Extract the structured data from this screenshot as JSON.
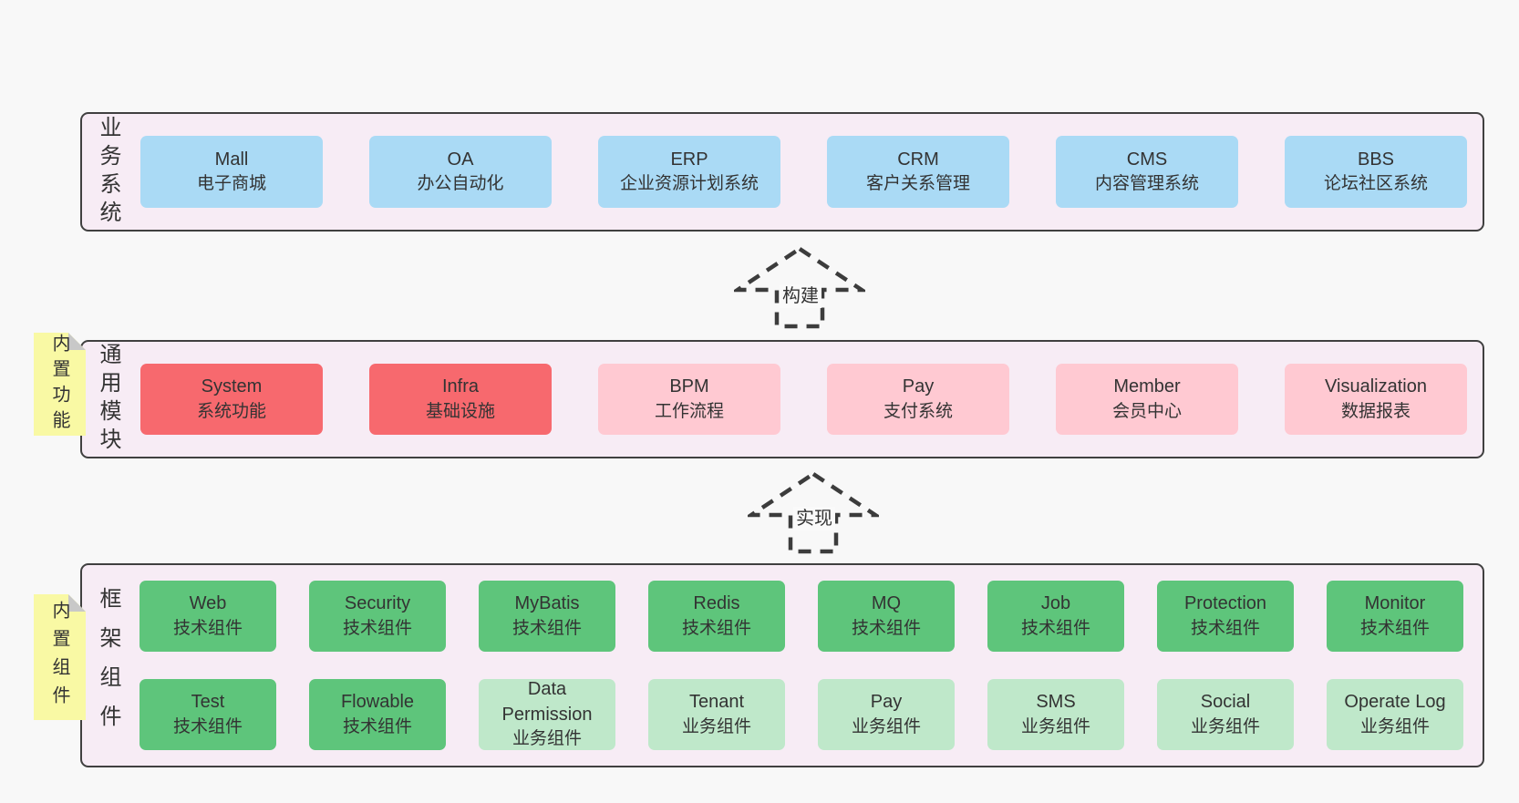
{
  "colors": {
    "page_bg": "#f8f8f8",
    "container_bg": "#f7ecf5",
    "container_border": "#404040",
    "blue": "#aadaf5",
    "red": "#f7696e",
    "pink": "#ffc9d2",
    "green_dark": "#5ec57b",
    "green_light": "#bfe8ca",
    "note_bg": "#f9f9a4",
    "note_fold": "#c8c8c8",
    "text": "#333333",
    "arrow": "#3c3c3c"
  },
  "arrows": [
    {
      "label": "构建"
    },
    {
      "label": "实现"
    }
  ],
  "sections": [
    {
      "label": "业务系统",
      "rows": [
        [
          {
            "title": "Mall",
            "subtitle": "电子商城",
            "variant": "blue"
          },
          {
            "title": "OA",
            "subtitle": "办公自动化",
            "variant": "blue"
          },
          {
            "title": "ERP",
            "subtitle": "企业资源计划系统",
            "variant": "blue"
          },
          {
            "title": "CRM",
            "subtitle": "客户关系管理",
            "variant": "blue"
          },
          {
            "title": "CMS",
            "subtitle": "内容管理系统",
            "variant": "blue"
          },
          {
            "title": "BBS",
            "subtitle": "论坛社区系统",
            "variant": "blue"
          }
        ]
      ]
    },
    {
      "label": "通用模块",
      "note": "内置功能",
      "rows": [
        [
          {
            "title": "System",
            "subtitle": "系统功能",
            "variant": "red"
          },
          {
            "title": "Infra",
            "subtitle": "基础设施",
            "variant": "red"
          },
          {
            "title": "BPM",
            "subtitle": "工作流程",
            "variant": "pink"
          },
          {
            "title": "Pay",
            "subtitle": "支付系统",
            "variant": "pink"
          },
          {
            "title": "Member",
            "subtitle": "会员中心",
            "variant": "pink"
          },
          {
            "title": "Visualization",
            "subtitle": "数据报表",
            "variant": "pink"
          }
        ]
      ]
    },
    {
      "label": "框架组件",
      "note": "内置组件",
      "rows": [
        [
          {
            "title": "Web",
            "subtitle": "技术组件",
            "variant": "green_dark"
          },
          {
            "title": "Security",
            "subtitle": "技术组件",
            "variant": "green_dark"
          },
          {
            "title": "MyBatis",
            "subtitle": "技术组件",
            "variant": "green_dark"
          },
          {
            "title": "Redis",
            "subtitle": "技术组件",
            "variant": "green_dark"
          },
          {
            "title": "MQ",
            "subtitle": "技术组件",
            "variant": "green_dark"
          },
          {
            "title": "Job",
            "subtitle": "技术组件",
            "variant": "green_dark"
          },
          {
            "title": "Protection",
            "subtitle": "技术组件",
            "variant": "green_dark"
          },
          {
            "title": "Monitor",
            "subtitle": "技术组件",
            "variant": "green_dark"
          }
        ],
        [
          {
            "title": "Test",
            "subtitle": "技术组件",
            "variant": "green_dark"
          },
          {
            "title": "Flowable",
            "subtitle": "技术组件",
            "variant": "green_dark"
          },
          {
            "title": "Data Permission",
            "subtitle": "业务组件",
            "variant": "green_light"
          },
          {
            "title": "Tenant",
            "subtitle": "业务组件",
            "variant": "green_light"
          },
          {
            "title": "Pay",
            "subtitle": "业务组件",
            "variant": "green_light"
          },
          {
            "title": "SMS",
            "subtitle": "业务组件",
            "variant": "green_light"
          },
          {
            "title": "Social",
            "subtitle": "业务组件",
            "variant": "green_light"
          },
          {
            "title": "Operate Log",
            "subtitle": "业务组件",
            "variant": "green_light"
          }
        ]
      ]
    }
  ]
}
